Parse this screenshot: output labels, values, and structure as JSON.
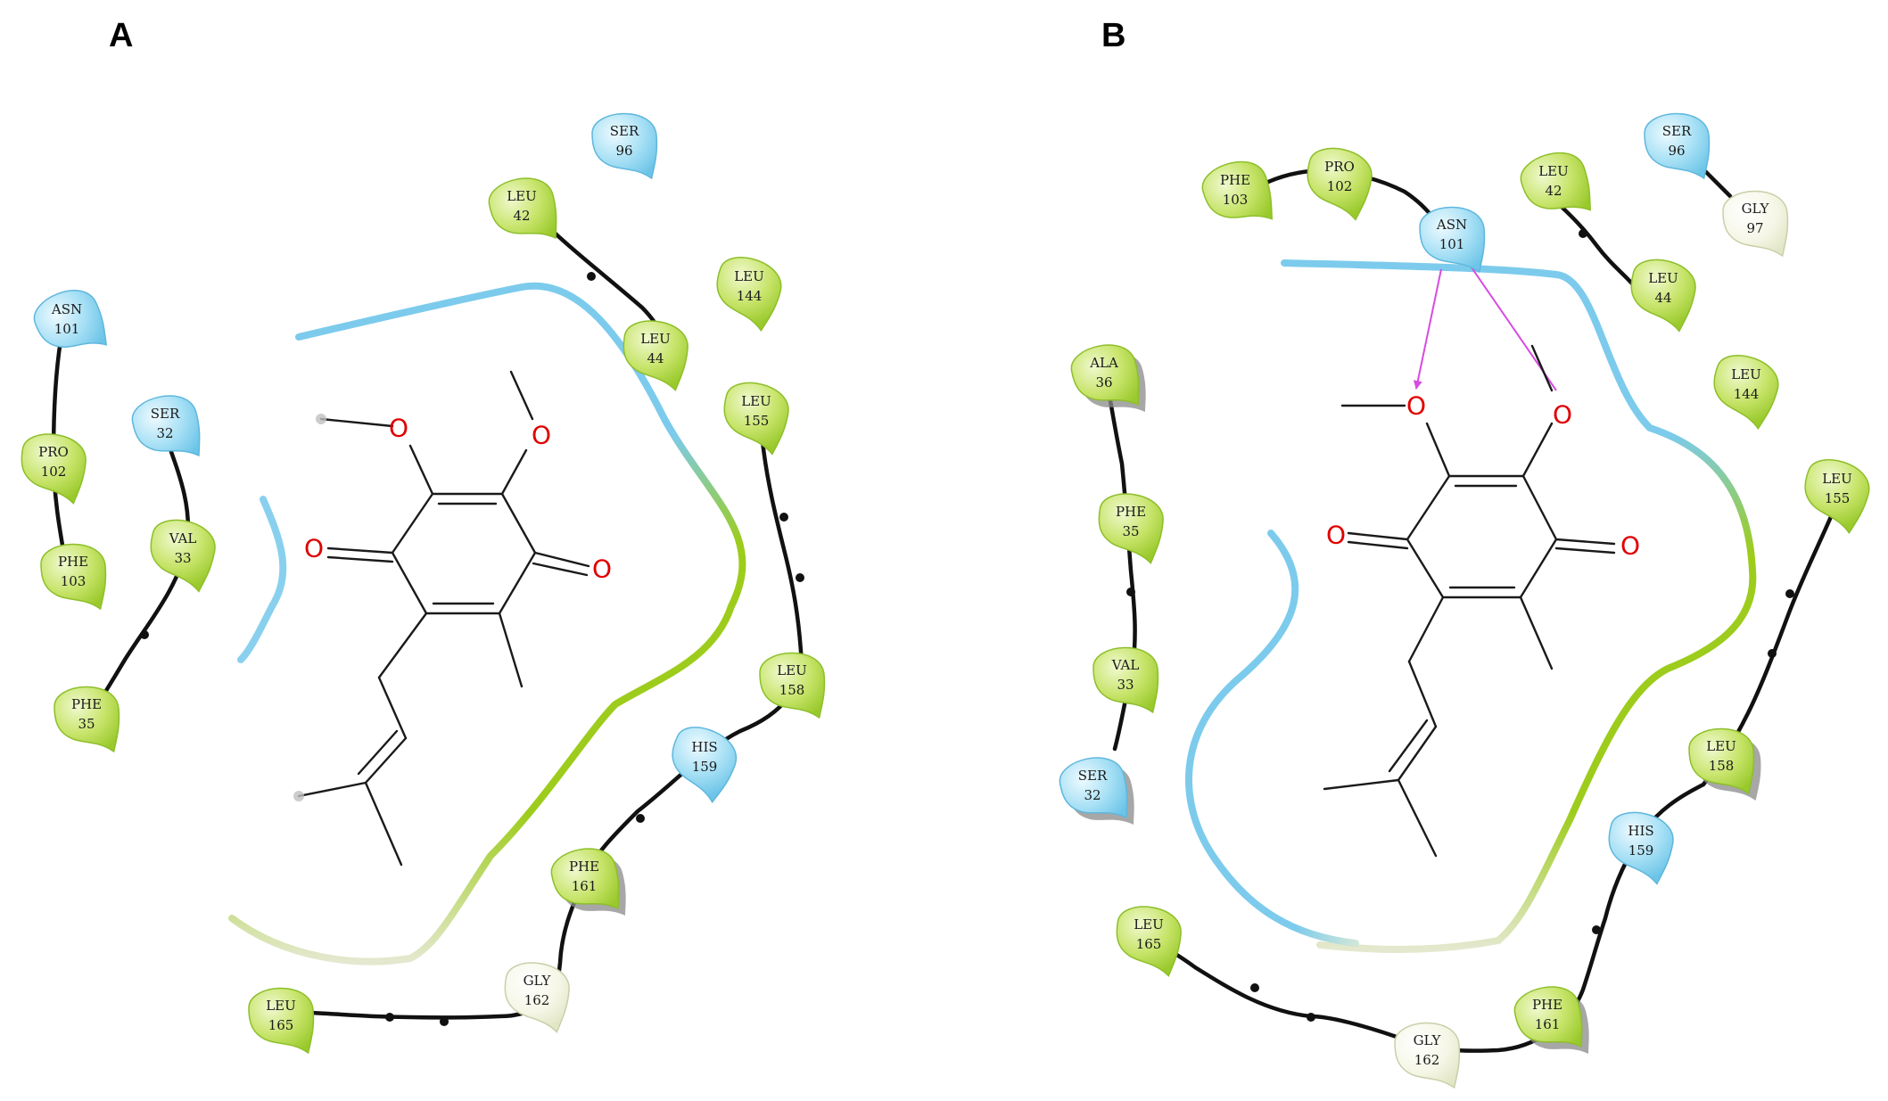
{
  "panels": [
    {
      "label": "A",
      "residues": [
        {
          "id": "a_ser96",
          "name": "SER",
          "num": "96",
          "type": "polar"
        },
        {
          "id": "a_leu42",
          "name": "LEU",
          "num": "42",
          "type": "hydrophobic"
        },
        {
          "id": "a_leu144",
          "name": "LEU",
          "num": "144",
          "type": "hydrophobic"
        },
        {
          "id": "a_leu44",
          "name": "LEU",
          "num": "44",
          "type": "hydrophobic"
        },
        {
          "id": "a_asn101",
          "name": "ASN",
          "num": "101",
          "type": "polar"
        },
        {
          "id": "a_pro102",
          "name": "PRO",
          "num": "102",
          "type": "hydrophobic"
        },
        {
          "id": "a_phe103",
          "name": "PHE",
          "num": "103",
          "type": "hydrophobic"
        },
        {
          "id": "a_ser32",
          "name": "SER",
          "num": "32",
          "type": "polar"
        },
        {
          "id": "a_val33",
          "name": "VAL",
          "num": "33",
          "type": "hydrophobic"
        },
        {
          "id": "a_phe35",
          "name": "PHE",
          "num": "35",
          "type": "hydrophobic"
        },
        {
          "id": "a_leu155",
          "name": "LEU",
          "num": "155",
          "type": "hydrophobic"
        },
        {
          "id": "a_leu158",
          "name": "LEU",
          "num": "158",
          "type": "hydrophobic"
        },
        {
          "id": "a_his159",
          "name": "HIS",
          "num": "159",
          "type": "polar"
        },
        {
          "id": "a_phe161",
          "name": "PHE",
          "num": "161",
          "type": "hydrophobic"
        },
        {
          "id": "a_gly162",
          "name": "GLY",
          "num": "162",
          "type": "glycine"
        },
        {
          "id": "a_leu165",
          "name": "LEU",
          "num": "165",
          "type": "hydrophobic"
        }
      ],
      "atoms": {
        "o1": "O",
        "o2": "O",
        "o3": "O",
        "o4": "O"
      }
    },
    {
      "label": "B",
      "residues": [
        {
          "id": "b_phe103",
          "name": "PHE",
          "num": "103",
          "type": "hydrophobic"
        },
        {
          "id": "b_pro102",
          "name": "PRO",
          "num": "102",
          "type": "hydrophobic"
        },
        {
          "id": "b_asn101",
          "name": "ASN",
          "num": "101",
          "type": "polar"
        },
        {
          "id": "b_leu42",
          "name": "LEU",
          "num": "42",
          "type": "hydrophobic"
        },
        {
          "id": "b_leu44",
          "name": "LEU",
          "num": "44",
          "type": "hydrophobic"
        },
        {
          "id": "b_ser96",
          "name": "SER",
          "num": "96",
          "type": "polar"
        },
        {
          "id": "b_gly97",
          "name": "GLY",
          "num": "97",
          "type": "glycine"
        },
        {
          "id": "b_leu144",
          "name": "LEU",
          "num": "144",
          "type": "hydrophobic"
        },
        {
          "id": "b_ala36",
          "name": "ALA",
          "num": "36",
          "type": "hydrophobic"
        },
        {
          "id": "b_phe35",
          "name": "PHE",
          "num": "35",
          "type": "hydrophobic"
        },
        {
          "id": "b_val33",
          "name": "VAL",
          "num": "33",
          "type": "hydrophobic"
        },
        {
          "id": "b_ser32",
          "name": "SER",
          "num": "32",
          "type": "polar"
        },
        {
          "id": "b_leu155",
          "name": "LEU",
          "num": "155",
          "type": "hydrophobic"
        },
        {
          "id": "b_leu158",
          "name": "LEU",
          "num": "158",
          "type": "hydrophobic"
        },
        {
          "id": "b_his159",
          "name": "HIS",
          "num": "159",
          "type": "polar"
        },
        {
          "id": "b_phe161",
          "name": "PHE",
          "num": "161",
          "type": "hydrophobic"
        },
        {
          "id": "b_gly162",
          "name": "GLY",
          "num": "162",
          "type": "glycine"
        },
        {
          "id": "b_leu165",
          "name": "LEU",
          "num": "165",
          "type": "hydrophobic"
        }
      ],
      "atoms": {
        "o1": "O",
        "o2": "O",
        "o3": "O",
        "o4": "O"
      }
    }
  ],
  "colors": {
    "hydrophobic_fill": "#a9d63c",
    "hydrophobic_light": "#e6f4b8",
    "hydrophobic_stroke": "#8dbf2a",
    "polar_fill": "#7fd0ee",
    "polar_light": "#d9f2fb",
    "polar_stroke": "#5fb7dc",
    "glycine_fill": "#ecefd6",
    "glycine_light": "#fbfcf3",
    "glycine_stroke": "#c9cfa8",
    "pocket_green": "#9dcc1c",
    "pocket_blue": "#7ccbec",
    "pocket_pale": "#e4e8cf",
    "hbond": "#d64ce0",
    "oxygen": "#e00000"
  }
}
